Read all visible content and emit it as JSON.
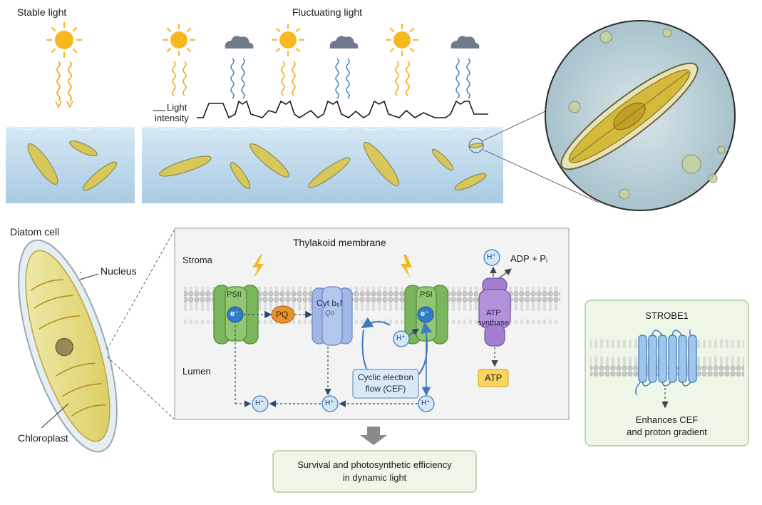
{
  "top": {
    "stable_light": "Stable light",
    "fluctuating_light": "Fluctuating light",
    "light_intensity_line1": "Light",
    "light_intensity_line2": "intensity"
  },
  "cell": {
    "title": "Diatom cell",
    "nucleus": "Nucleus",
    "chloroplast": "Chloroplast"
  },
  "thylakoid": {
    "title": "Thylakoid membrane",
    "stroma": "Stroma",
    "lumen": "Lumen",
    "psii": "PSII",
    "psi": "PSI",
    "electron": "e⁻",
    "pq": "PQ",
    "cyt_line1": "Cyt b₆f",
    "cyt_line2": "Qo",
    "atp_line1": "ATP",
    "atp_line2": "synthase",
    "proton": "H⁺",
    "adp": "ADP + Pᵢ",
    "atp": "ATP",
    "cef_line1": "Cyclic electron",
    "cef_line2": "flow (CEF)"
  },
  "outcome": {
    "line1": "Survival and photosynthetic efficiency",
    "line2": "in dynamic light"
  },
  "strobe": {
    "title": "STROBE1",
    "line1": "Enhances CEF",
    "line2": "and proton gradient"
  },
  "colors": {
    "sun": "#f6b81e",
    "cloud": "#6f7a8c",
    "water": "#bcd8ec",
    "psii_green": "#7cb65c",
    "cyt_blue": "#9fb8e6",
    "atp_purple": "#a47fd0",
    "pq_orange": "#e8932c",
    "atp_yellow": "#fbd55c",
    "panel_green": "#eef6e8"
  }
}
